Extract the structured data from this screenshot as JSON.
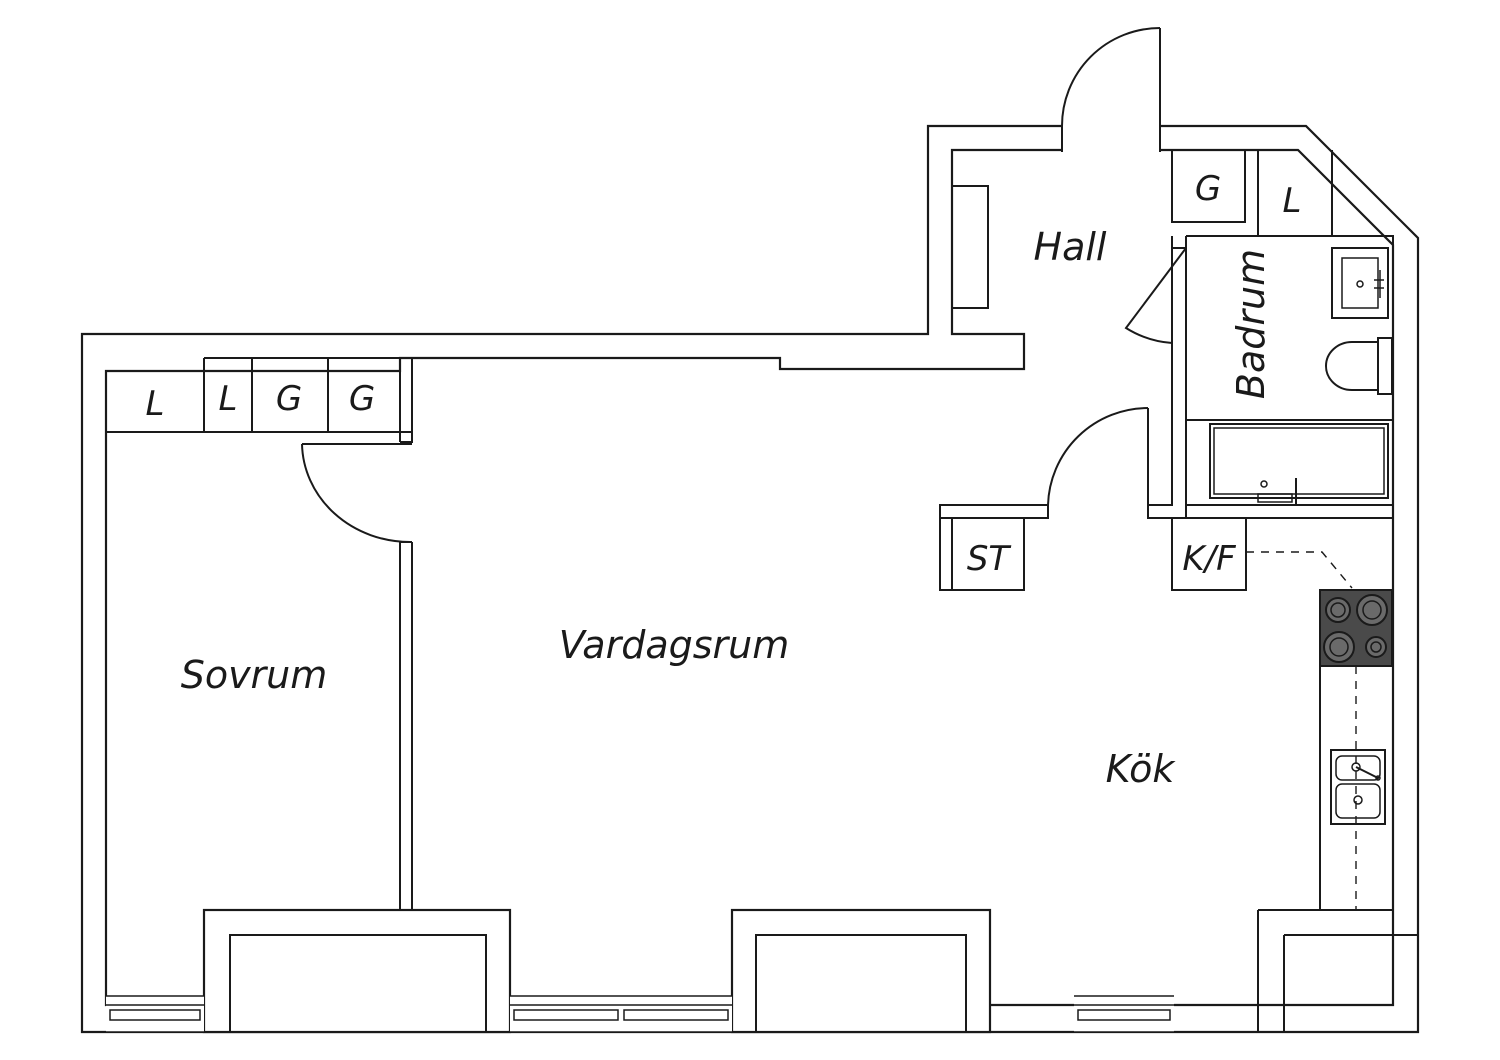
{
  "rooms": {
    "hall": "Hall",
    "badrum": "Badrum",
    "sovrum": "Sovrum",
    "vardagsrum": "Vardagsrum",
    "kok": "Kök"
  },
  "storage": {
    "hall_g": "G",
    "hall_l": "L",
    "bed_l1": "L",
    "bed_l2": "L",
    "bed_g1": "G",
    "bed_g2": "G",
    "st": "ST",
    "kf": "K/F"
  },
  "colors": {
    "line": "#1a1a1a",
    "background": "#ffffff",
    "stove": "#4a4a4a"
  }
}
